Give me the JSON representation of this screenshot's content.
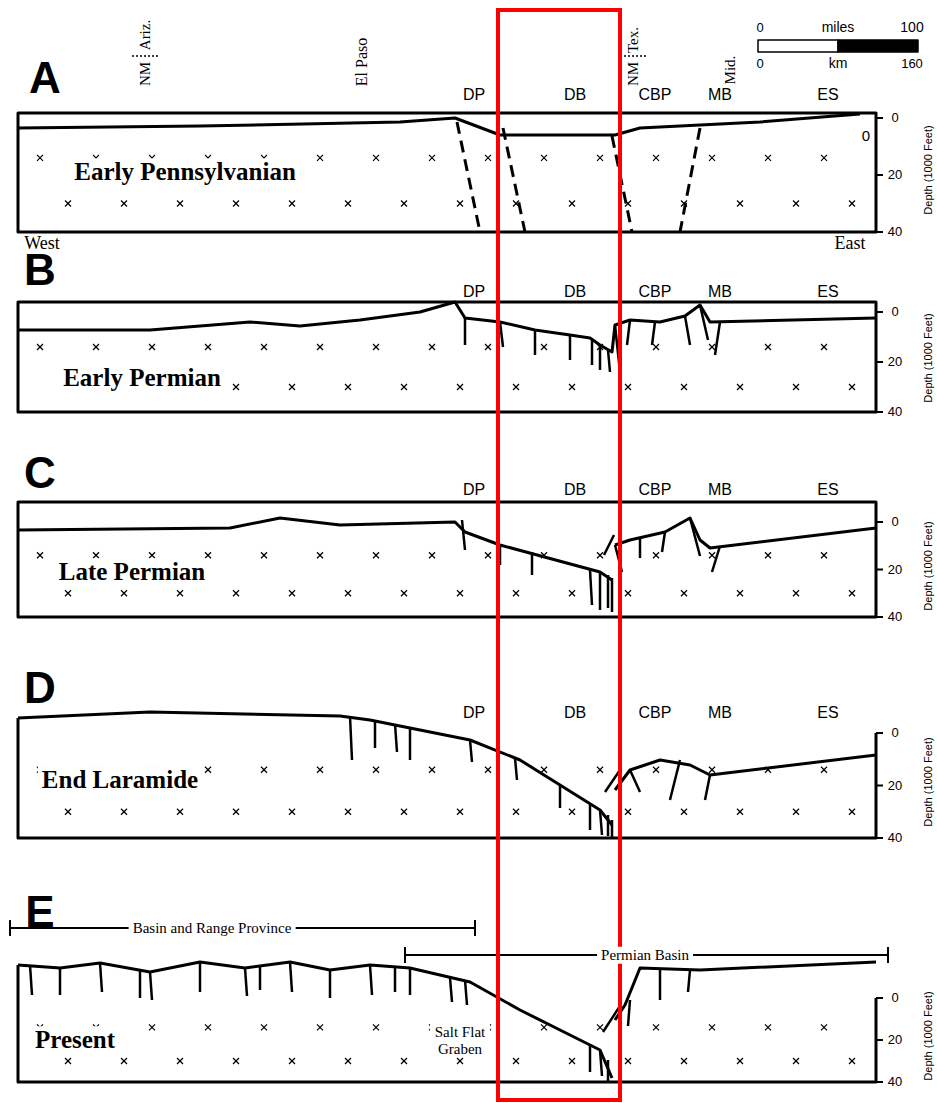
{
  "diagram": {
    "labels": [
      "A",
      "Ariz.",
      "NM",
      "El Paso",
      "DP",
      "DB",
      "NM",
      "Tex.",
      "CBP",
      "Mid.",
      "MB",
      "ES",
      "0",
      "miles",
      "100",
      "0",
      "km",
      "160",
      "0",
      "20",
      "40",
      "Depth (1000 Feet)",
      "0",
      "Early Pennsylvanian",
      "West",
      "East",
      "B",
      "DP",
      "DB",
      "CBP",
      "MB",
      "ES",
      "0",
      "20",
      "40",
      "Depth (1000 Feet)",
      "Early Permian",
      "C",
      "DP",
      "DB",
      "CBP",
      "MB",
      "ES",
      "0",
      "20",
      "40",
      "Depth (1000 Feet)",
      "Late Permian",
      "D",
      "DP",
      "DB",
      "CBP",
      "MB",
      "ES",
      "0",
      "20",
      "40",
      "Depth (1000 Feet)",
      "End Laramide",
      "E",
      "Basin and Range Province",
      "Permian Basin",
      "Salt Flat Graben",
      "0",
      "20",
      "40",
      "Depth (1000 Feet)",
      "Present"
    ]
  }
}
